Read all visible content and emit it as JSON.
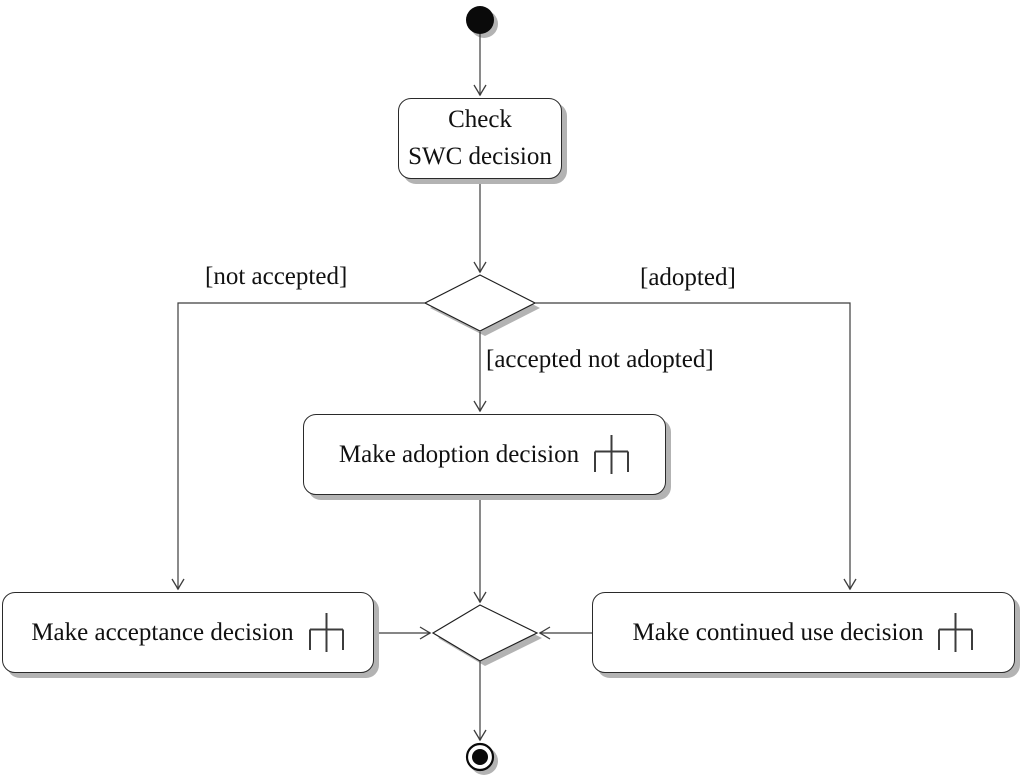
{
  "diagram_type": "uml-activity-diagram",
  "nodes": {
    "start": {
      "type": "initial-node"
    },
    "check_swc": {
      "label_line1": "Check",
      "label_line2": "SWC decision"
    },
    "make_adoption": {
      "label": "Make adoption decision",
      "icon": "rake-icon"
    },
    "make_acceptance": {
      "label": "Make acceptance decision",
      "icon": "rake-icon"
    },
    "make_continued_use": {
      "label": "Make continued use decision",
      "icon": "rake-icon"
    },
    "decision_1": {
      "type": "decision-diamond"
    },
    "merge": {
      "type": "merge-diamond"
    },
    "end": {
      "type": "activity-final-node"
    }
  },
  "guards": {
    "not_accepted": "[not accepted]",
    "adopted": "[adopted]",
    "accepted_not_adopted": "[accepted not adopted]"
  },
  "colors": {
    "background": "#ffffff",
    "node_fill": "#ffffff",
    "node_border": "#2a2a2a",
    "line": "#3d3d3d",
    "shadow": "#b3b3b3",
    "text": "#111111"
  }
}
